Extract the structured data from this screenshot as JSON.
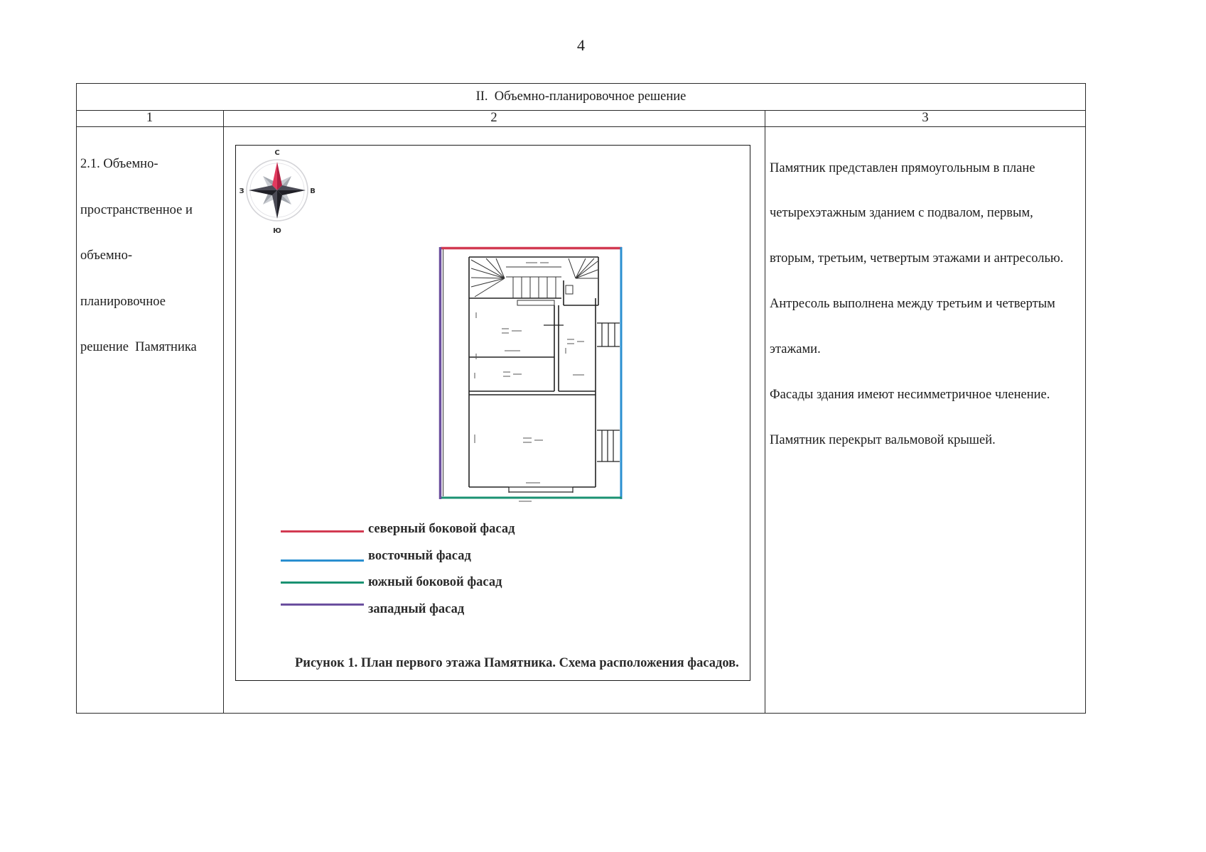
{
  "page_number": "4",
  "table": {
    "section_header": "II.  Объемно-планировочное решение",
    "column_numbers": [
      "1",
      "2",
      "3"
    ],
    "row": {
      "title_lines": [
        "2.1. Объемно-",
        "пространственное и",
        "объемно-",
        "планировочное",
        "решение  Памятника"
      ],
      "figure": {
        "compass": {
          "north": "С",
          "east": "В",
          "south": "Ю",
          "west": "З"
        },
        "legend": [
          {
            "label": "северный боковой фасад",
            "color": "#d23a52"
          },
          {
            "label": "восточный фасад",
            "color": "#2a8fd0"
          },
          {
            "label": "южный боковой фасад",
            "color": "#1a9272"
          },
          {
            "label": "западный фасад",
            "color": "#6b4f9e"
          }
        ],
        "caption": "Рисунок 1. План первого этажа Памятника. Схема расположения фасадов."
      },
      "description_lines": [
        "Памятник представлен прямоугольным в плане",
        "четырехэтажным зданием с подвалом, первым,",
        "вторым, третьим, четвертым этажами и антресолью.",
        "Антресоль выполнена между третьим и четвертым",
        "этажами.",
        "Фасады здания имеют несимметричное членение.",
        "Памятник перекрыт вальмовой крышей."
      ]
    }
  }
}
